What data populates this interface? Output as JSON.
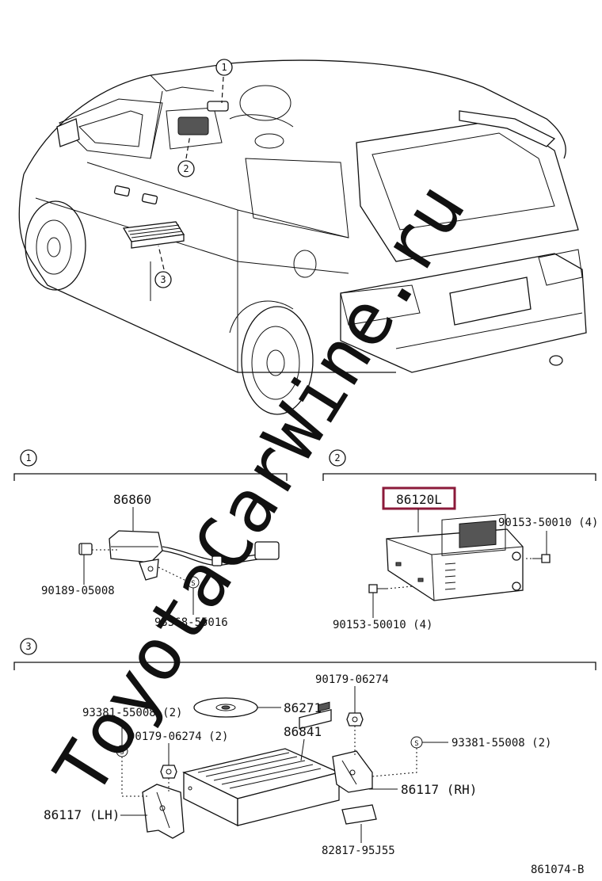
{
  "watermark": "ToyotaCarWine.ru",
  "callouts": {
    "one": "1",
    "two": "2",
    "three": "3"
  },
  "section1": {
    "part_86860": "86860",
    "part_90189": "90189-05008",
    "part_93568": "93568-55016"
  },
  "section2": {
    "part_main": "86120L",
    "part_90153_right": "90153-50010 (4)",
    "part_90153_left": "90153-50010 (4)",
    "highlight_color": "#8b1a3a"
  },
  "section3": {
    "part_90179_top": "90179-06274",
    "part_93381_left": "93381-55008 (2)",
    "part_86271": "86271",
    "part_90179_left": "90179-06274 (2)",
    "part_86841": "86841",
    "part_93381_right": "93381-55008 (2)",
    "part_86117_rh": "86117 (RH)",
    "part_86117_lh": "86117 (LH)",
    "part_82817": "82817-95J55"
  },
  "diagram_id": "861074-B",
  "washer_symbol": "S"
}
